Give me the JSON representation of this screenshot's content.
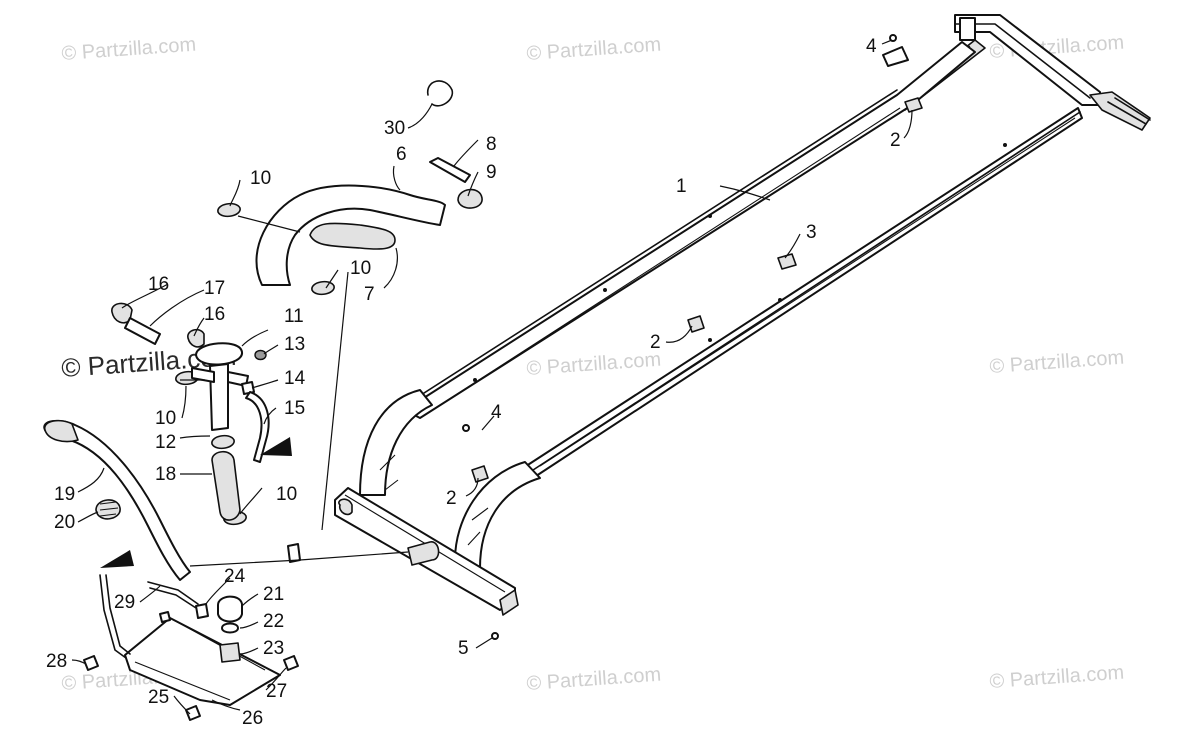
{
  "watermarks": [
    "© Partzilla.com",
    "© Partzilla.com",
    "© Partzilla.com",
    "© Partzilla.com",
    "© Partzilla.com",
    "© Partzilla.com",
    "© Partzilla.com",
    "© Partzilla.com",
    "© Partzilla.com"
  ],
  "callouts": [
    "1",
    "2",
    "2",
    "2",
    "3",
    "4",
    "4",
    "5",
    "6",
    "7",
    "8",
    "9",
    "10",
    "10",
    "10",
    "10",
    "11",
    "12",
    "13",
    "14",
    "15",
    "16",
    "16",
    "17",
    "18",
    "19",
    "20",
    "21",
    "22",
    "23",
    "24",
    "25",
    "26",
    "27",
    "28",
    "29",
    "30"
  ]
}
